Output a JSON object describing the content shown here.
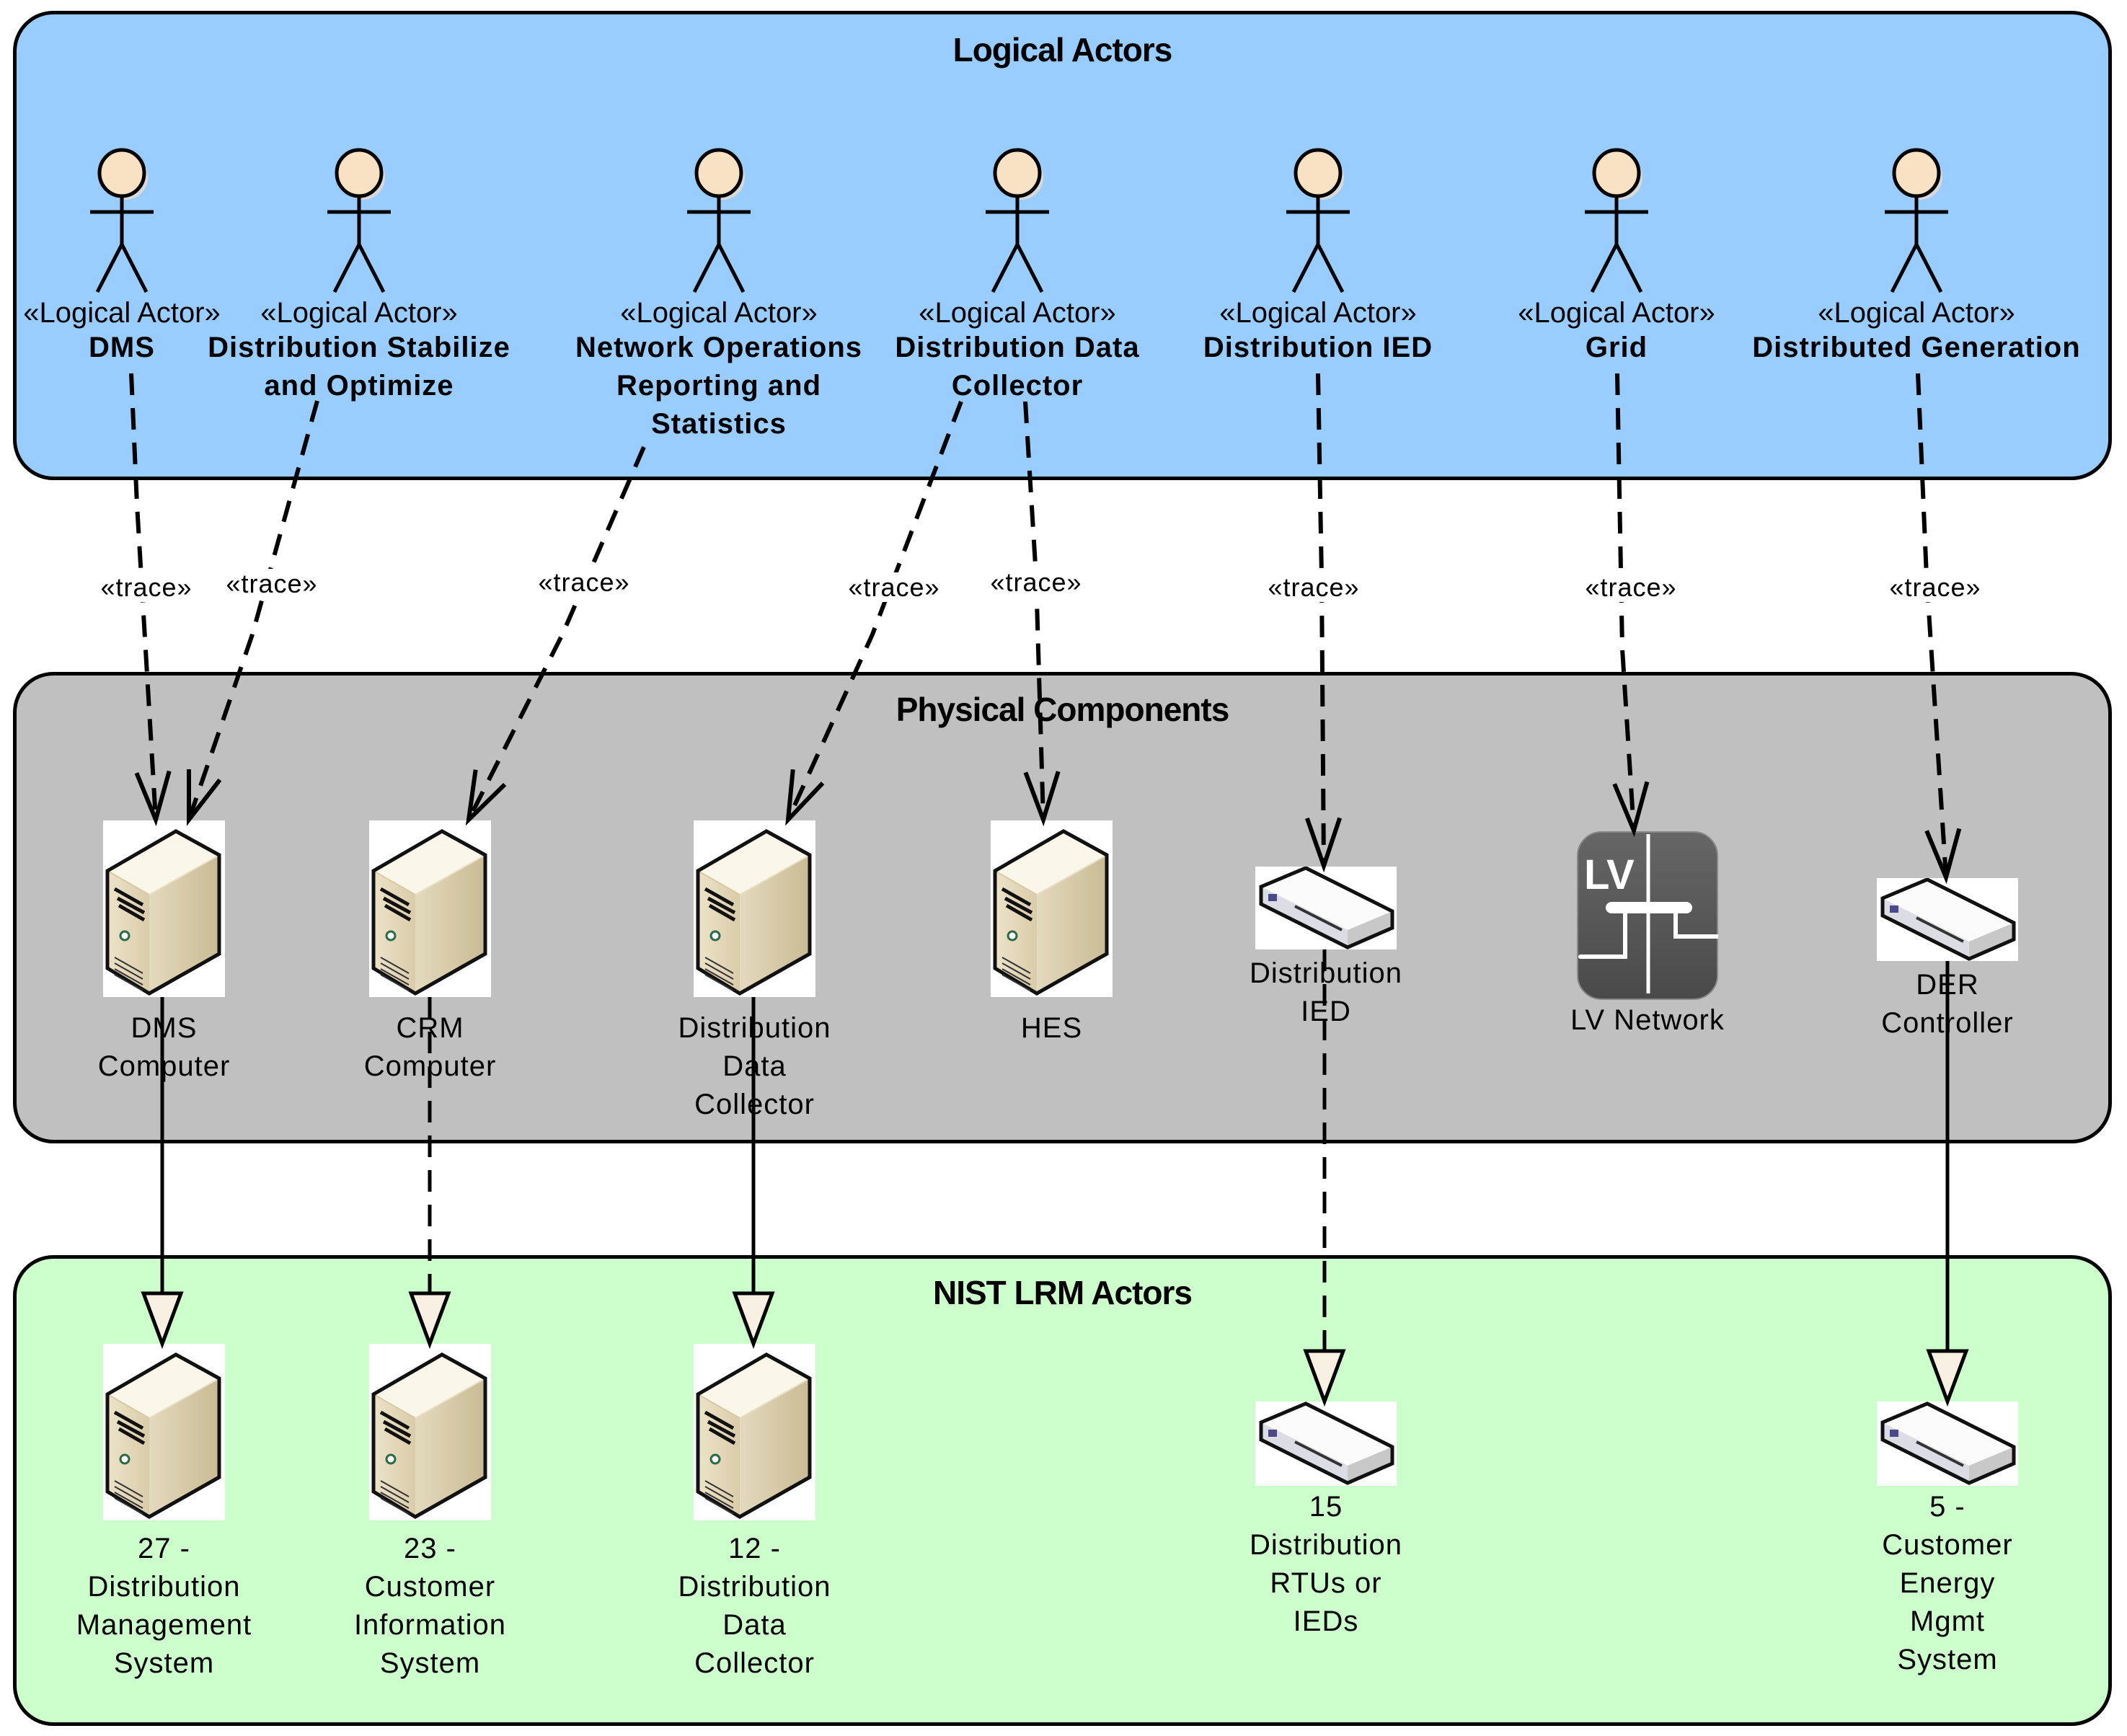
{
  "packages": {
    "logical": {
      "title": "Logical Actors",
      "fill": "#99ccff"
    },
    "physical": {
      "title": "Physical Components",
      "fill": "#c0c0c0"
    },
    "nist": {
      "title": "NIST LRM Actors",
      "fill": "#ccffcc"
    }
  },
  "stereotype_actor": "«Logical Actor»",
  "trace_label": "«trace»",
  "actors": [
    {
      "id": "dms",
      "name_lines": [
        "DMS"
      ]
    },
    {
      "id": "dso",
      "name_lines": [
        "Distribution Stabilize",
        "and Optimize"
      ]
    },
    {
      "id": "nors",
      "name_lines": [
        "Network Operations",
        "Reporting and",
        "Statistics"
      ]
    },
    {
      "id": "ddc",
      "name_lines": [
        "Distribution Data",
        "Collector"
      ]
    },
    {
      "id": "died",
      "name_lines": [
        "Distribution IED"
      ]
    },
    {
      "id": "grid",
      "name_lines": [
        "Grid"
      ]
    },
    {
      "id": "dg",
      "name_lines": [
        "Distributed Generation"
      ]
    }
  ],
  "physical_components": [
    {
      "id": "dms-computer",
      "icon": "server-tower-icon",
      "label_lines": [
        "DMS",
        "Computer"
      ]
    },
    {
      "id": "crm-computer",
      "icon": "server-tower-icon",
      "label_lines": [
        "CRM",
        "Computer"
      ]
    },
    {
      "id": "ddc-physical",
      "icon": "server-tower-icon",
      "label_lines": [
        "Distribution",
        "Data",
        "Collector"
      ]
    },
    {
      "id": "hes",
      "icon": "server-tower-icon",
      "label_lines": [
        "HES"
      ]
    },
    {
      "id": "dist-ied",
      "icon": "network-device-icon",
      "label_lines": [
        "Distribution",
        "IED"
      ]
    },
    {
      "id": "lv-network",
      "icon": "lv-network-icon",
      "icon_text": "LV",
      "label_lines": [
        "LV Network"
      ]
    },
    {
      "id": "der-controller",
      "icon": "network-device-icon",
      "label_lines": [
        "DER",
        "Controller"
      ]
    }
  ],
  "nist_actors": [
    {
      "id": "nist-27",
      "icon": "server-tower-icon",
      "label_lines": [
        "27 -",
        "Distribution",
        "Management",
        "System"
      ]
    },
    {
      "id": "nist-23",
      "icon": "server-tower-icon",
      "label_lines": [
        "23 -",
        "Customer",
        "Information",
        "System"
      ]
    },
    {
      "id": "nist-12",
      "icon": "server-tower-icon",
      "label_lines": [
        "12 -",
        "Distribution",
        "Data",
        "Collector"
      ]
    },
    {
      "id": "nist-15",
      "icon": "network-device-icon",
      "label_lines": [
        "15",
        "Distribution",
        "RTUs or",
        "IEDs"
      ]
    },
    {
      "id": "nist-5",
      "icon": "network-device-icon",
      "label_lines": [
        "5 -",
        "Customer",
        "Energy",
        "Mgmt",
        "System"
      ]
    }
  ],
  "trace_links": [
    {
      "from": "DMS",
      "to": "DMS Computer"
    },
    {
      "from": "Distribution Stabilize and Optimize",
      "to": "DMS Computer"
    },
    {
      "from": "Network Operations Reporting and Statistics",
      "to": "CRM Computer"
    },
    {
      "from": "Distribution Data Collector",
      "to": "Distribution Data Collector (physical)"
    },
    {
      "from": "Distribution Data Collector",
      "to": "HES"
    },
    {
      "from": "Distribution IED",
      "to": "Distribution IED (physical)"
    },
    {
      "from": "Grid",
      "to": "LV Network"
    },
    {
      "from": "Distributed Generation",
      "to": "DER Controller"
    }
  ],
  "realization_links": [
    {
      "from": "DMS Computer",
      "to": "27 - Distribution Management System",
      "style": "solid"
    },
    {
      "from": "CRM Computer",
      "to": "23 - Customer Information System",
      "style": "dashed"
    },
    {
      "from": "Distribution Data Collector",
      "to": "12 - Distribution Data Collector",
      "style": "solid"
    },
    {
      "from": "Distribution IED",
      "to": "15 Distribution RTUs or IEDs",
      "style": "dashed"
    },
    {
      "from": "DER Controller",
      "to": "5 - Customer Energy Mgmt System",
      "style": "solid"
    }
  ],
  "colors": {
    "actor_head": "#f9e1c3",
    "actor_shadow": "#d9d9d9",
    "generalization_head": "#f8f0e3",
    "line": "#000000"
  }
}
